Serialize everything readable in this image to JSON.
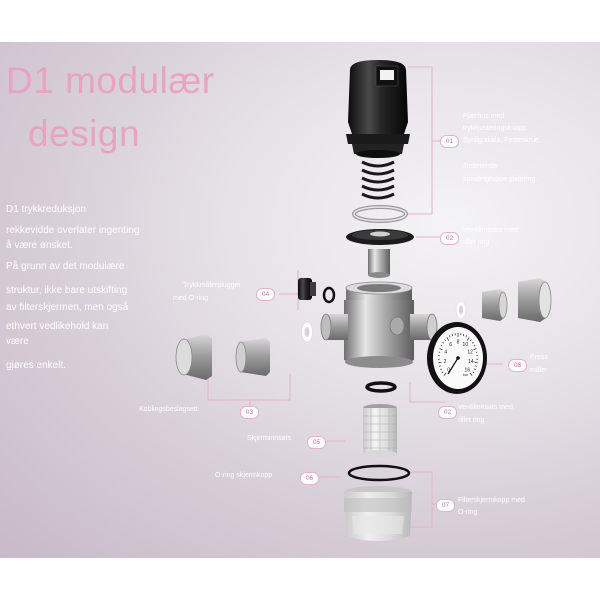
{
  "title": {
    "line1": "D1 modulær",
    "line2": "design"
  },
  "intro": [
    "D1 trykkreduksjon",
    "rekkevidde overlater ingenting",
    "å være ønsket.",
    "På grunn av det modulære",
    "struktur, ikke bare utskifting",
    "av filterskjermen, men også",
    "ethvert vedlikehold kan",
    "være",
    "gjøres enkelt."
  ],
  "callouts": {
    "n01": "01",
    "c01": {
      "l1": "Fjærhus med",
      "l2": "trykkjusteringsknapp.",
      "l3": "Synlig skala, Festeskrue.",
      "l4": "Justerende",
      "l5": "spindelgruppe glidering."
    },
    "n02a": "02",
    "c02a": {
      "l1": "Ventilinnsats med",
      "l2": "rillet ring"
    },
    "n04": "04",
    "c04": {
      "l1": "Trykkmålerplugger",
      "l2": "med O-ring"
    },
    "n08": "08",
    "c08": {
      "l1": "Press",
      "l2": "måler"
    },
    "n03": "03",
    "c03": "Koblingsbeslagsett",
    "n02b": "02",
    "c02b": {
      "l1": "Ventilinnsats med",
      "l2": "rillet ring"
    },
    "n05": "05",
    "c05": "Skjerminnsats",
    "n06": "06",
    "c06": "O-ring skjermkopp",
    "n07": "07",
    "c07": {
      "l1": "Filterskjermkopp med",
      "l2": "O-ring"
    }
  },
  "gauge": {
    "numerals": [
      "0",
      "2",
      "4",
      "6",
      "8",
      "10",
      "12",
      "14",
      "16"
    ],
    "unit": "bar"
  },
  "colors": {
    "accent_pink": "#e8a3c1",
    "callout_line": "#e4b3c8",
    "text": "#ffffff"
  }
}
